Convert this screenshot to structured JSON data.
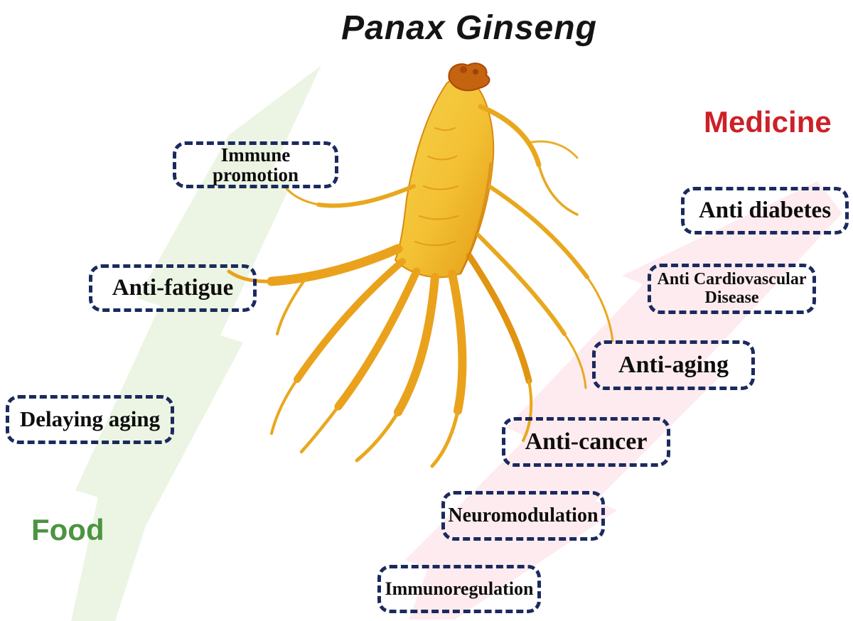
{
  "title": "Panax Ginseng",
  "labels": {
    "medicine": "Medicine",
    "food": "Food"
  },
  "colors": {
    "medicine_text": "#cc2127",
    "food_text": "#4b9440",
    "box_border": "#1b2a5e",
    "box_text": "#0e0e0e",
    "food_arrow": "#e7f3dc",
    "medicine_arrow": "#fce6eb",
    "root_gold": "#f3c033",
    "root_mid": "#e8a81e",
    "root_shadow": "#c9760c",
    "root_crown": "#b05a0e"
  },
  "boxes": [
    {
      "id": "immune-promotion",
      "label": "Immune promotion"
    },
    {
      "id": "anti-fatigue",
      "label": "Anti-fatigue"
    },
    {
      "id": "delaying-aging",
      "label": "Delaying aging"
    },
    {
      "id": "anti-diabetes",
      "label": "Anti diabetes"
    },
    {
      "id": "anti-cardiovascular-disease",
      "label": "Anti Cardiovascular Disease"
    },
    {
      "id": "anti-aging",
      "label": "Anti-aging"
    },
    {
      "id": "anti-cancer",
      "label": "Anti-cancer"
    },
    {
      "id": "neuromodulation",
      "label": "Neuromodulation"
    },
    {
      "id": "immunoregulation",
      "label": "Immunoregulation"
    }
  ],
  "illustration": {
    "name": "ginseng-root",
    "food_arrow_direction": "up",
    "medicine_arrow_direction": "down"
  }
}
